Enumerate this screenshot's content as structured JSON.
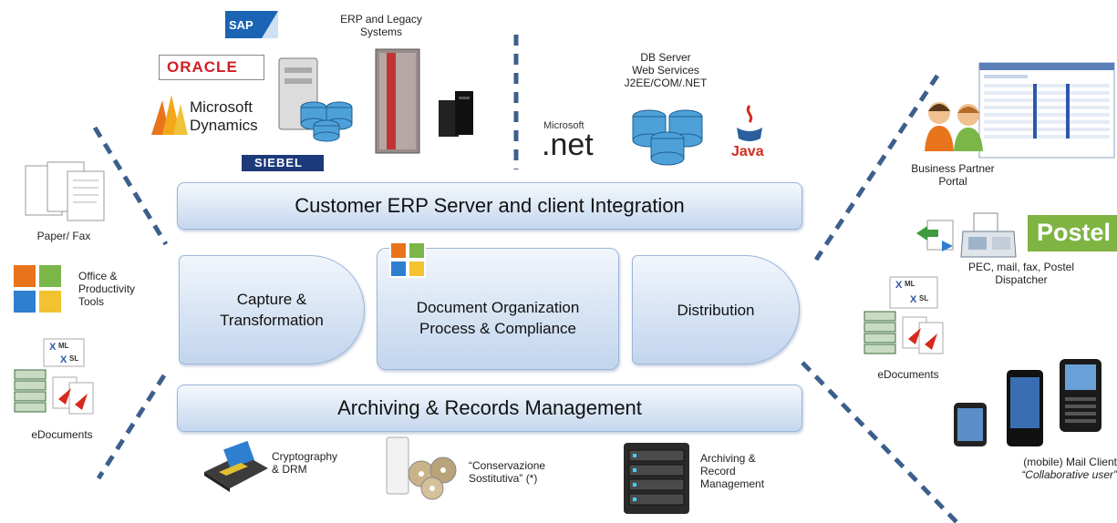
{
  "bars": {
    "integration": "Customer ERP Server and client Integration",
    "archiving": "Archiving & Records Management"
  },
  "stages": {
    "capture": [
      "Capture &",
      "Transformation"
    ],
    "organization": [
      "Document  Organization",
      "Process & Compliance"
    ],
    "distribution": "Distribution"
  },
  "top": {
    "erp_label": [
      "ERP and Legacy",
      "Systems"
    ],
    "db_label": [
      "DB Server",
      "Web Services",
      "J2EE/COM/.NET"
    ]
  },
  "logos": {
    "sap": "SAP",
    "oracle": "ORACLE",
    "microsoft_line1": "Microsoft",
    "microsoft_line2": "Dynamics",
    "siebel": "SIEBEL",
    "ms_net_small": "Microsoft",
    "net": ".net",
    "java": "Java",
    "postel": "Postel"
  },
  "left": {
    "paper_fax": "Paper/ Fax",
    "office_tools": [
      "Office &",
      "Productivity",
      "Tools"
    ],
    "edocuments": "eDocuments"
  },
  "right": {
    "business_partner": [
      "Business Partner",
      "Portal"
    ],
    "pec": [
      "PEC, mail, fax, Postel",
      "Dispatcher"
    ],
    "edocuments": "eDocuments",
    "mobile_line1": "(mobile) Mail Client",
    "mobile_line2": "“Collaborative user”"
  },
  "bottom": {
    "crypto": [
      "Cryptography",
      "& DRM"
    ],
    "conservazione": [
      "“Conservazione",
      "Sostitutiva” (*)"
    ],
    "archiving": [
      "Archiving &",
      "Record",
      "Management"
    ]
  },
  "colors": {
    "dash": "#3c5f8c",
    "bar_border": "#9bb6d8",
    "office_orange": "#e8741c",
    "sap_blue": "#1b64b4",
    "oracle_red": "#d11f26",
    "java_red": "#d42b1e",
    "postel_green": "#7fb342"
  }
}
